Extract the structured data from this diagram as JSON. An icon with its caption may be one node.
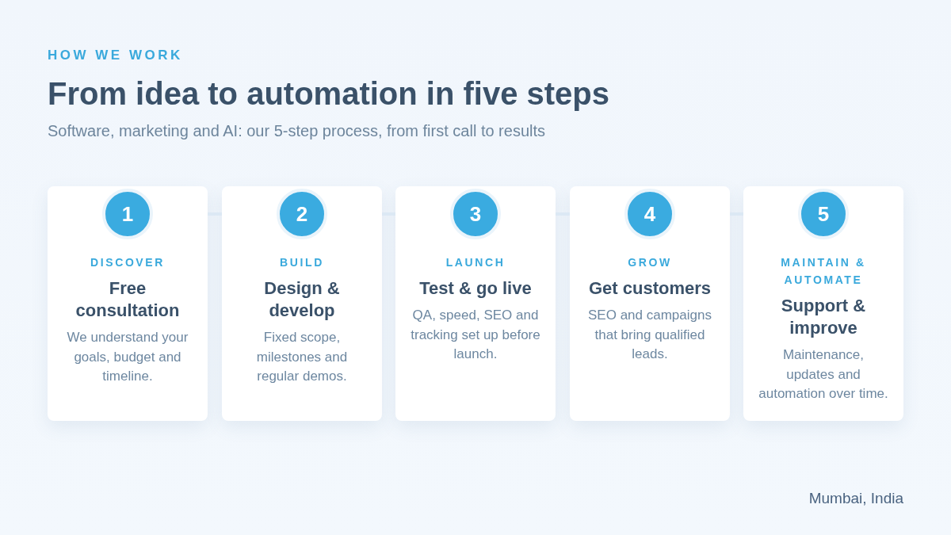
{
  "diagram": {
    "title": "From idea to automation in five steps",
    "nodes": [
      {
        "text": [
          "DISCOVER",
          "Free consultation",
          "We understand your goals, budget and timeline."
        ]
      },
      {
        "text": [
          "1"
        ],
        "in": 0
      },
      {
        "text": [
          "BUILD",
          "Design & develop",
          "Fixed scope, milestones and regular demos."
        ]
      },
      {
        "text": [
          "2"
        ],
        "in": 2
      },
      {
        "text": [
          "LAUNCH",
          "Test & go live",
          "QA, speed, SEO and tracking set up before launch."
        ]
      },
      {
        "text": [
          "3"
        ],
        "in": 4
      },
      {
        "text": [
          "GROW",
          "Get customers",
          "SEO and campaigns that bring qualified leads."
        ]
      },
      {
        "text": [
          "4"
        ],
        "in": 6
      },
      {
        "text": [
          "MAINTAIN & AUTOMATE",
          "Support & improve",
          "Maintenance, updates and automation over time."
        ]
      },
      {
        "text": [
          "5"
        ],
        "in": 8
      }
    ],
    "edges": [
      {
        "from": 0,
        "to": 2,
        "arrow": "none"
      },
      {
        "from": 2,
        "to": 4,
        "arrow": "none"
      },
      {
        "from": 4,
        "to": 6,
        "arrow": "none"
      },
      {
        "from": 6,
        "to": 8,
        "arrow": "none"
      }
    ],
    "labels": [
      "HOW WE WORK",
      "Software, marketing and AI: our 5-step process, from first call to results",
      "Mumbai, India"
    ]
  }
}
